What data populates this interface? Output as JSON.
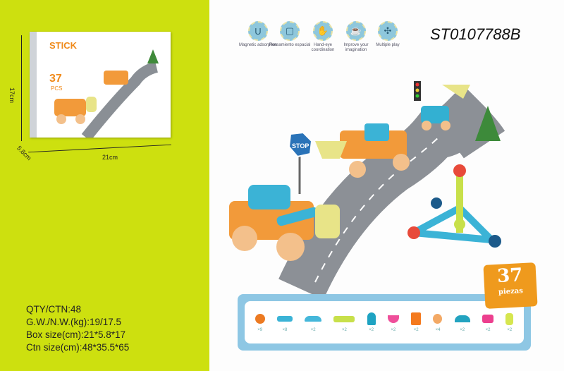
{
  "box": {
    "brand": "STICK",
    "count": "37",
    "count_unit": "PCS",
    "height": "17cm",
    "width": "21cm",
    "depth": "5.8cm"
  },
  "specs": [
    "QTY/CTN:48",
    "G.W./N.W.(kg):19/17.5",
    "Box size(cm):21*5.8*17",
    "Ctn size(cm):48*35.5*65"
  ],
  "model": "ST0107788B",
  "features": [
    {
      "icon": "magnet-icon",
      "label": "Magnetic adsorption"
    },
    {
      "icon": "cube-icon",
      "label": "Pensamiento espacial"
    },
    {
      "icon": "hand-eye-icon",
      "label": "Hand-eye coordination"
    },
    {
      "icon": "imagination-icon",
      "label": "Improve your imagination"
    },
    {
      "icon": "shapes-icon",
      "label": "Multiple play"
    }
  ],
  "stop_sign": "STOP",
  "badge": {
    "count": "37",
    "label": "piezas"
  },
  "parts": [
    {
      "name": "ball",
      "qty": "×9",
      "color": "#ec7a22"
    },
    {
      "name": "stick",
      "qty": "×8",
      "color": "#3bb3d6"
    },
    {
      "name": "curved-stick",
      "qty": "×2",
      "color": "#45b7da"
    },
    {
      "name": "long-stick",
      "qty": "×2",
      "color": "#c8e04a"
    },
    {
      "name": "cab",
      "qty": "×2",
      "color": "#1ea3c2"
    },
    {
      "name": "bucket",
      "qty": "×2",
      "color": "#ef4f9a"
    },
    {
      "name": "house-piece",
      "qty": "×2",
      "color": "#f47a1e"
    },
    {
      "name": "wheel",
      "qty": "×4",
      "color": "#f3a965"
    },
    {
      "name": "angle-connector",
      "qty": "×2",
      "color": "#23a3c0"
    },
    {
      "name": "scoop",
      "qty": "×2",
      "color": "#ec3f8e"
    },
    {
      "name": "cylinder",
      "qty": "×2",
      "color": "#d6e64f"
    }
  ]
}
